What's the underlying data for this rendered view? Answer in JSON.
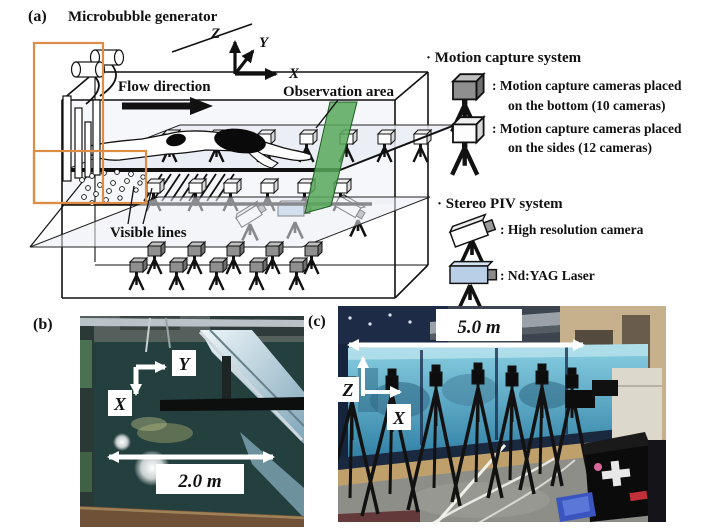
{
  "figure": {
    "panels": {
      "a": {
        "label": "(a)",
        "title": "Microbubble generator",
        "flow_label": "Flow direction",
        "observation_label": "Observation area",
        "visible_lines_label": "Visible lines",
        "axes": {
          "x": "X",
          "y": "Y",
          "z": "Z"
        }
      },
      "b": {
        "label": "(b)",
        "axis_x": "X",
        "axis_y": "Y",
        "dimension": "2.0 m",
        "description": "top view of water channel"
      },
      "c": {
        "label": "(c)",
        "axis_x": "X",
        "axis_z": "Z",
        "dimension": "5.0 m",
        "description": "side view of water channel with tripod cameras"
      }
    },
    "legend": {
      "motion_capture": {
        "heading": "· Motion capture system",
        "items": [
          {
            "icon": "gray-camera-on-tripod",
            "line1": ": Motion capture cameras placed",
            "line2": "on the bottom (10 cameras)"
          },
          {
            "icon": "white-camera-on-tripod",
            "line1": ": Motion capture cameras placed",
            "line2": "on the sides (12 cameras)"
          }
        ]
      },
      "stereo_piv": {
        "heading": "· Stereo PIV system",
        "items": [
          {
            "icon": "high-resolution-camera-on-tripod",
            "label": ": High resolution camera"
          },
          {
            "icon": "nd-yag-laser-on-tripod",
            "label": ": Nd:YAG Laser"
          }
        ]
      }
    },
    "colors": {
      "generator_highlight_orange": "#dd8c45",
      "laser_sheet_green": "#58a85a",
      "laser_body_blue": "#b9cfe8",
      "camera_gray": "#8f8f8f",
      "photo_b_water_teal": "#233f3e",
      "photo_c_water_blue": "#4fa8cc"
    }
  }
}
